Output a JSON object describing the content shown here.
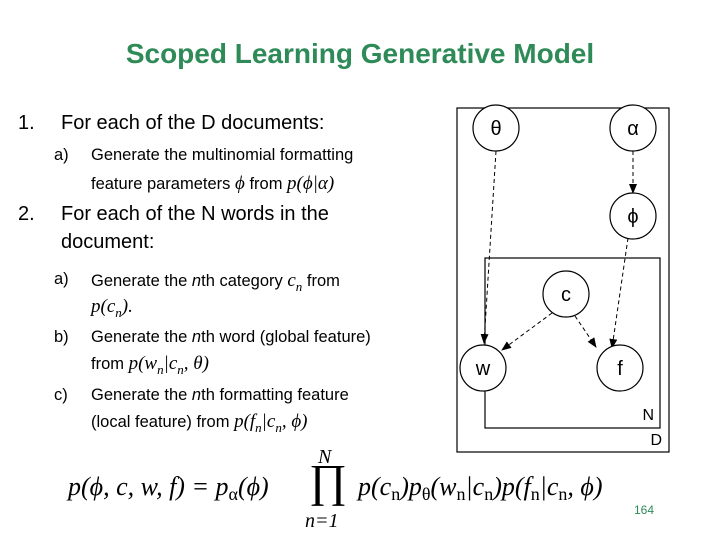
{
  "title": "Scoped Learning Generative Model",
  "steps": [
    {
      "num": "1.",
      "text": "For each of the D documents:",
      "substeps": [
        {
          "label": "a)",
          "line1": "Generate the multinomial formatting",
          "line2_prefix": "feature parameters",
          "line2_math": "ϕ",
          "line2_mid": "from",
          "line2_math2": "p(ϕ|α)"
        }
      ]
    },
    {
      "num": "2.",
      "line1": "For each of the N words in the",
      "line2": "document:",
      "substeps": [
        {
          "label": "a)",
          "line1_prefix": "Generate the",
          "line1_em": "n",
          "line1_suffix": "th category",
          "line1_math": "c",
          "line1_math_sub": "n",
          "line1_end": "from",
          "line2_math": "p(c",
          "line2_math_sub": "n",
          "line2_math_end": ")."
        },
        {
          "label": "b)",
          "line1_prefix": "Generate the",
          "line1_em": "n",
          "line1_suffix": "th word (global feature)",
          "line2_prefix": "from",
          "line2_math": "p(w",
          "line2_math_sub": "n",
          "line2_math_mid": "|c",
          "line2_math_sub2": "n",
          "line2_math_end": ", θ)"
        },
        {
          "label": "c)",
          "line1_prefix": "Generate the",
          "line1_em": "n",
          "line1_suffix": "th formatting feature",
          "line2_prefix": "(local feature) from",
          "line2_math": "p(f",
          "line2_math_sub": "n",
          "line2_math_mid": "|c",
          "line2_math_sub2": "n",
          "line2_math_end": ", ϕ)"
        }
      ]
    }
  ],
  "diagram": {
    "nodes": {
      "theta": "θ",
      "alpha": "α",
      "phi": "ϕ",
      "c": "c",
      "w": "w",
      "f": "f"
    },
    "plates": {
      "inner": "N",
      "outer": "D"
    }
  },
  "equation": {
    "lhs": "p(ϕ, c, w, f) = p",
    "lhs_sub": "α",
    "lhs_end": "(ϕ)",
    "prod_top": "N",
    "prod_symbol": "∏",
    "prod_bottom": "n=1",
    "rhs": "p(c",
    "rhs_sub1": "n",
    "rhs_mid1": ")p",
    "rhs_sub2": "θ",
    "rhs_mid2": "(w",
    "rhs_sub3": "n",
    "rhs_mid3": "|c",
    "rhs_sub4": "n",
    "rhs_mid4": ")p(f",
    "rhs_sub5": "n",
    "rhs_mid5": "|c",
    "rhs_sub6": "n",
    "rhs_end": ", ϕ)"
  },
  "page_number": "164"
}
